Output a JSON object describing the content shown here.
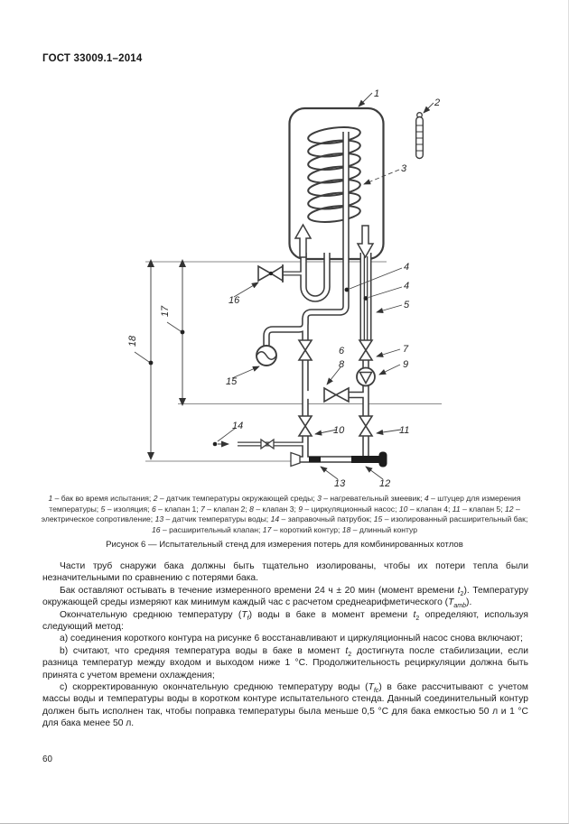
{
  "header": {
    "title": "ГОСТ 33009.1–2014"
  },
  "page": {
    "number": "60"
  },
  "figure": {
    "title": "Рисунок 6 — Испытательный стенд для измерения потерь для комбинированных котлов",
    "legend": [
      {
        "num": "1",
        "text": "бак во время испытания"
      },
      {
        "num": "2",
        "text": "датчик температуры окружающей среды"
      },
      {
        "num": "3",
        "text": "нагревательный змеевик"
      },
      {
        "num": "4",
        "text": "штуцер для измерения температуры"
      },
      {
        "num": "5",
        "text": "изоляция"
      },
      {
        "num": "6",
        "text": "клапан 1"
      },
      {
        "num": "7",
        "text": "клапан 2"
      },
      {
        "num": "8",
        "text": "клапан 3"
      },
      {
        "num": "9",
        "text": "циркуляционный насос"
      },
      {
        "num": "10",
        "text": "клапан 4"
      },
      {
        "num": "11",
        "text": "клапан 5"
      },
      {
        "num": "12",
        "text": "электрическое сопротивление"
      },
      {
        "num": "13",
        "text": "датчик температуры воды"
      },
      {
        "num": "14",
        "text": "заправочный патрубок"
      },
      {
        "num": "15",
        "text": "изолированный расширительный бак"
      },
      {
        "num": "16",
        "text": "расширительный клапан"
      },
      {
        "num": "17",
        "text": "короткий контур"
      },
      {
        "num": "18",
        "text": "длинный контур"
      }
    ]
  },
  "body": {
    "paragraphs": [
      {
        "segments": [
          {
            "t": "Части труб снаружи бака должны быть тщательно изолированы, чтобы их потери тепла были незначительными по сравнению с потерями бака."
          }
        ]
      },
      {
        "segments": [
          {
            "t": "Бак оставляют остывать в течение измеренного времени 24 ч ± 20 мин (момент времени "
          },
          {
            "t": "t",
            "i": true
          },
          {
            "t": "2",
            "sub": true
          },
          {
            "t": "). Температуру окружающей среды измеряют как минимум каждый час с расчетом среднеарифметического ("
          },
          {
            "t": "T",
            "i": true
          },
          {
            "t": "amb",
            "sub": true,
            "i": true
          },
          {
            "t": ")."
          }
        ]
      },
      {
        "segments": [
          {
            "t": "Окончательную среднюю температуру ("
          },
          {
            "t": "T",
            "i": true
          },
          {
            "t": "f",
            "sub": true,
            "i": true
          },
          {
            "t": ") воды в баке в момент времени "
          },
          {
            "t": "t",
            "i": true
          },
          {
            "t": "2",
            "sub": true
          },
          {
            "t": " определяют, используя следующий метод:"
          }
        ]
      },
      {
        "segments": [
          {
            "t": "а) соединения короткого контура на рисунке 6 восстанавливают и циркуляционный насос снова включают;"
          }
        ]
      },
      {
        "segments": [
          {
            "t": "b) считают, что средняя температура воды в баке в момент "
          },
          {
            "t": "t",
            "i": true
          },
          {
            "t": "2",
            "sub": true
          },
          {
            "t": " достигнута после стабилизации, если разница температур между входом и выходом ниже 1 °С. Продолжительность рециркуляции должна быть принята с учетом времени охлаждения;"
          }
        ]
      },
      {
        "segments": [
          {
            "t": "с) скорректированную окончательную среднюю температуру воды ("
          },
          {
            "t": "T",
            "i": true
          },
          {
            "t": "fc",
            "sub": true,
            "i": true
          },
          {
            "t": ") в баке рассчитывают с учетом массы воды и температуры воды в коротком контуре испытательного стенда. Данный соединительный контур должен быть исполнен так, чтобы поправка температуры была меньше 0,5 °С для бака емкостью 50 л и 1 °С для бака менее 50 л."
          }
        ]
      }
    ]
  }
}
